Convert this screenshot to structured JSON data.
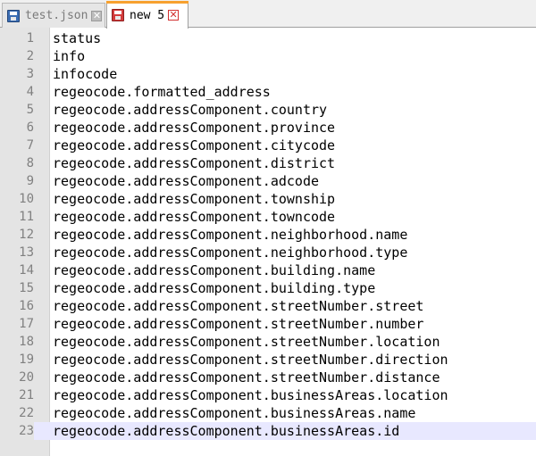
{
  "tabs": [
    {
      "label": "test.json",
      "active": false,
      "icon": "save-icon-blue",
      "close_glyph": "✕"
    },
    {
      "label": "new 5",
      "active": true,
      "icon": "save-icon-red",
      "close_glyph": "✕"
    }
  ],
  "editor": {
    "current_line": 23,
    "lines": [
      {
        "num": "1",
        "text": "status"
      },
      {
        "num": "2",
        "text": "info"
      },
      {
        "num": "3",
        "text": "infocode"
      },
      {
        "num": "4",
        "text": "regeocode.formatted_address"
      },
      {
        "num": "5",
        "text": "regeocode.addressComponent.country"
      },
      {
        "num": "6",
        "text": "regeocode.addressComponent.province"
      },
      {
        "num": "7",
        "text": "regeocode.addressComponent.citycode"
      },
      {
        "num": "8",
        "text": "regeocode.addressComponent.district"
      },
      {
        "num": "9",
        "text": "regeocode.addressComponent.adcode"
      },
      {
        "num": "10",
        "text": "regeocode.addressComponent.township"
      },
      {
        "num": "11",
        "text": "regeocode.addressComponent.towncode"
      },
      {
        "num": "12",
        "text": "regeocode.addressComponent.neighborhood.name"
      },
      {
        "num": "13",
        "text": "regeocode.addressComponent.neighborhood.type"
      },
      {
        "num": "14",
        "text": "regeocode.addressComponent.building.name"
      },
      {
        "num": "15",
        "text": "regeocode.addressComponent.building.type"
      },
      {
        "num": "16",
        "text": "regeocode.addressComponent.streetNumber.street"
      },
      {
        "num": "17",
        "text": "regeocode.addressComponent.streetNumber.number"
      },
      {
        "num": "18",
        "text": "regeocode.addressComponent.streetNumber.location"
      },
      {
        "num": "19",
        "text": "regeocode.addressComponent.streetNumber.direction"
      },
      {
        "num": "20",
        "text": "regeocode.addressComponent.streetNumber.distance"
      },
      {
        "num": "21",
        "text": "regeocode.addressComponent.businessAreas.location"
      },
      {
        "num": "22",
        "text": "regeocode.addressComponent.businessAreas.name"
      },
      {
        "num": "23",
        "text": "regeocode.addressComponent.businessAreas.id"
      }
    ]
  },
  "colors": {
    "active_tab_accent": "#f7a12f",
    "current_line_highlight": "#e8e8ff",
    "gutter_background": "#e4e4e4"
  }
}
